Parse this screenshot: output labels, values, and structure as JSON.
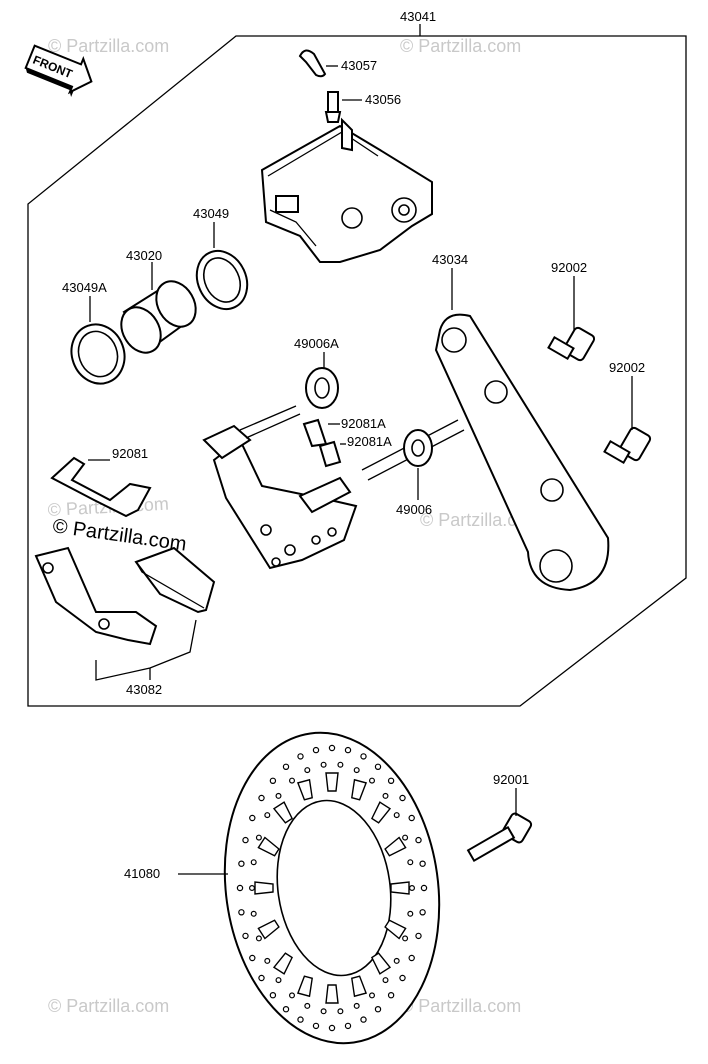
{
  "labels": {
    "assembly": "43041",
    "bleeder_cap": "43057",
    "bleeder_valve": "43056",
    "seal_outer": "43049",
    "piston": "43020",
    "seal_inner": "43049A",
    "torque_link": "43034",
    "bolt_upper": "92002",
    "bolt_lower": "92002",
    "boot_a": "49006A",
    "clip_a": "92081A",
    "clip_b": "92081A",
    "spring": "92081",
    "boot": "49006",
    "pads": "43082",
    "disc": "41080",
    "disc_bolt": "92001"
  },
  "front_badge": "FRONT",
  "watermarks": {
    "brand": "© Partzilla.com",
    "brand_bold": "© Partzilla.com"
  }
}
